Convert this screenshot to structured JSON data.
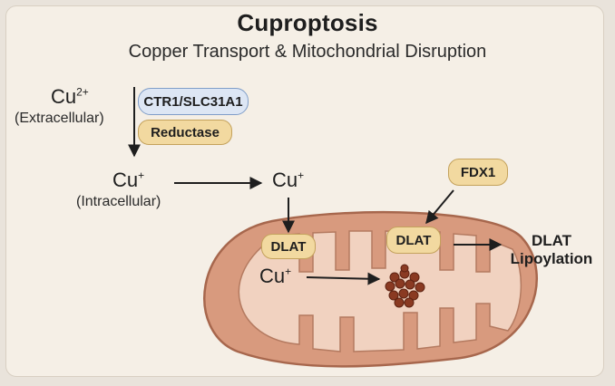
{
  "title": "Cuproptosis",
  "subtitle": "Copper Transport & Mitochondrial Disruption",
  "nodes": {
    "cu2_base": "Cu",
    "cu2_charge": "2+",
    "extracellular": "(Extracellular)",
    "ctr1": "CTR1/SLC31A1",
    "reductase": "Reductase",
    "cu_base": "Cu",
    "cu_charge": "+",
    "intracellular": "(Intracellular)",
    "fdx1": "FDX1",
    "dlat": "DLAT",
    "dlat_lipoylation_line1": "DLAT",
    "dlat_lipoylation_line2": "Lipoylation"
  },
  "colors": {
    "ctr1_fill": "#dde6f4",
    "ctr1_border": "#7f9dc8",
    "pill_fill": "#f2d9a0",
    "pill_border": "#c4a25c",
    "mito_outer": "#d89a7e",
    "mito_inner": "#f1d2c0",
    "aggregate": "#8a3a22"
  }
}
